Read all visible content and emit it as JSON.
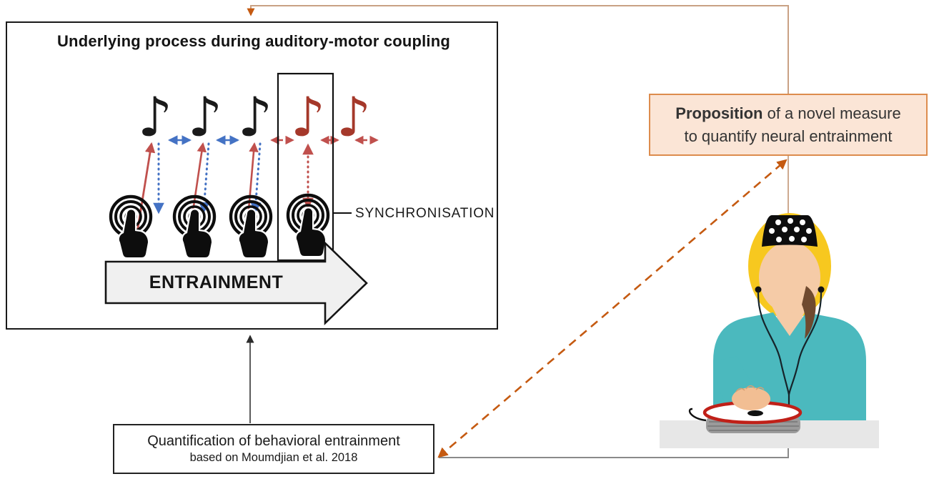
{
  "process_box": {
    "title": "Underlying process during auditory-motor coupling",
    "entrainment_label": "ENTRAINMENT",
    "synchronisation_label": "SYNCHRONISATION",
    "note_glyph": "♪"
  },
  "proposition_box": {
    "bold": "Proposition",
    "rest": " of a novel measure",
    "line2": "to quantify neural entrainment"
  },
  "quantification_box": {
    "line1": "Quantification of behavioral entrainment",
    "line2": "based on Moumdjian et al. 2018"
  },
  "icons": {
    "eighth-note-icon": "♪",
    "tap-gesture-icon": "finger tapping with concentric ripple rings",
    "eeg-cap-icon": "black electrode cap with white dots",
    "drum-pad-icon": "red-rimmed tapping drum pad"
  },
  "colors": {
    "note_black": "#1a1a1a",
    "note_red": "#A5382A",
    "arrow_blue": "#4472C4",
    "arrow_red": "#C0504D",
    "connector_orange": "#C55A11",
    "connector_tan": "#C9A184",
    "connector_gray": "#8a8a8a",
    "proposition_fill": "#FBE5D6",
    "proposition_border": "#DD8C4D",
    "entrainment_fill": "#F0F0F0",
    "shirt_teal": "#4BB9BE",
    "hair_yellow": "#F7C81F",
    "hair_strand_brown": "#6F4A2F",
    "skin": "#F5CBA7",
    "drum_rim_red": "#C02018",
    "drum_base_gray": "#9B9B9B",
    "table_gray": "#E7E7E7"
  }
}
